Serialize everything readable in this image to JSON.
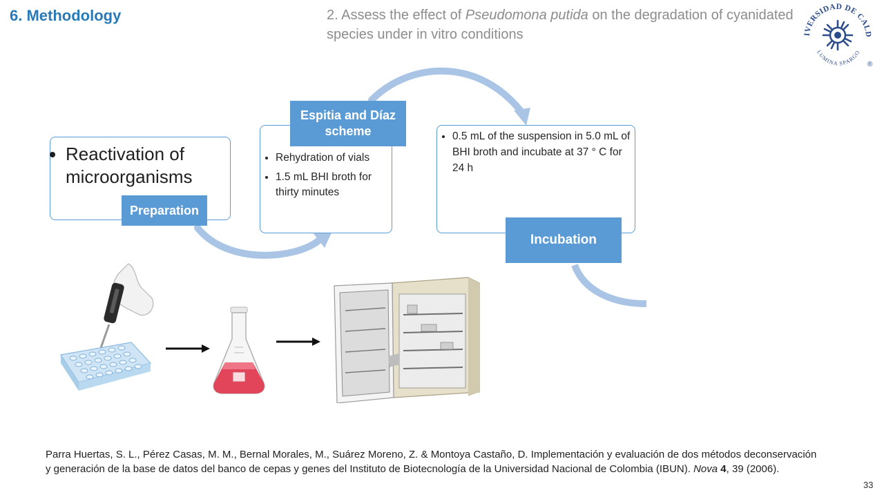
{
  "header": {
    "section_title": "6. Methodology",
    "subtitle_part1": "2. Assess the effect of ",
    "subtitle_italic": "Pseudomona putida",
    "subtitle_part2": " on the degradation of cyanidated species under in vitro conditions"
  },
  "logo": {
    "text_top": "UNIVERSIDAD DE CALDAS",
    "text_bottom": "LUMINA SPARGO",
    "mark": "®"
  },
  "steps": [
    {
      "label": "Preparation",
      "bullets": [
        "Reactivation of microorganisms"
      ]
    },
    {
      "label": "Espitia and Díaz scheme",
      "bullets": [
        "Rehydration of vials",
        "1.5 mL BHI broth for thirty minutes"
      ]
    },
    {
      "label": "Incubation",
      "bullets": [
        "0.5 mL of the suspension in 5.0 mL of BHI broth and incubate at 37 ° C for 24 h"
      ]
    }
  ],
  "reference": {
    "text": "Parra Huertas, S. L., Pérez Casas, M. M., Bernal Morales, M., Suárez Moreno, Z. & Montoya Castaño, D. Implementación y evaluación de dos métodos deconservación y generación de la base de datos del banco de cepas y genes del Instituto de Biotecnología de la Universidad Nacional de Colombia (IBUN). ",
    "journal": "Nova",
    "volume": "4",
    "pages": ", 39 (2006)."
  },
  "page_number": "33",
  "colors": {
    "accent": "#5b9bd5",
    "title": "#2a7ab8",
    "arrow": "#a9c4e4"
  },
  "icons": [
    "pipette-plate-icon",
    "flask-icon",
    "incubator-icon",
    "arrow-right-icon"
  ]
}
